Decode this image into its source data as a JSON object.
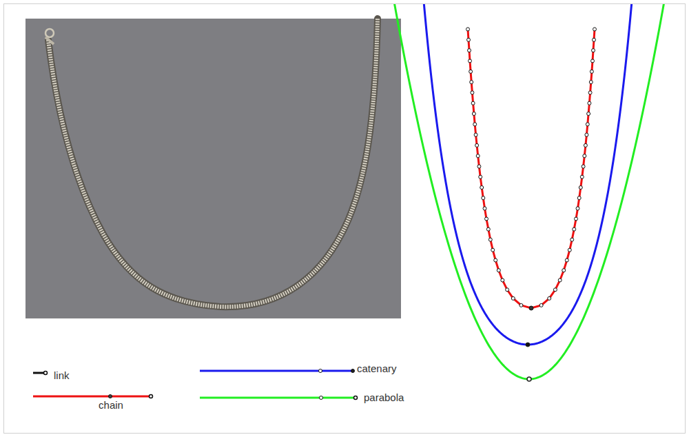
{
  "diagram": {
    "legend": [
      {
        "text": "link"
      },
      {
        "text": "chain"
      },
      {
        "text": "catenary"
      },
      {
        "text": "parabola"
      }
    ]
  }
}
